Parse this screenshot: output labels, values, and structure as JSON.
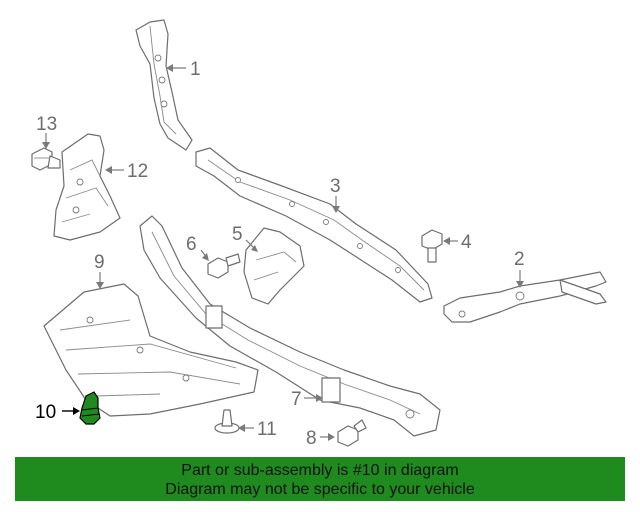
{
  "callouts": {
    "c1": "1",
    "c2": "2",
    "c3": "3",
    "c4": "4",
    "c5": "5",
    "c6": "6",
    "c7": "7",
    "c8": "8",
    "c9": "9",
    "c10": "10",
    "c11": "11",
    "c12": "12",
    "c13": "13"
  },
  "highlight_color": "#1f8b1f",
  "banner": {
    "line1": "Part or sub-assembly is #10 in diagram",
    "line2": "Diagram may not be specific to your vehicle"
  }
}
